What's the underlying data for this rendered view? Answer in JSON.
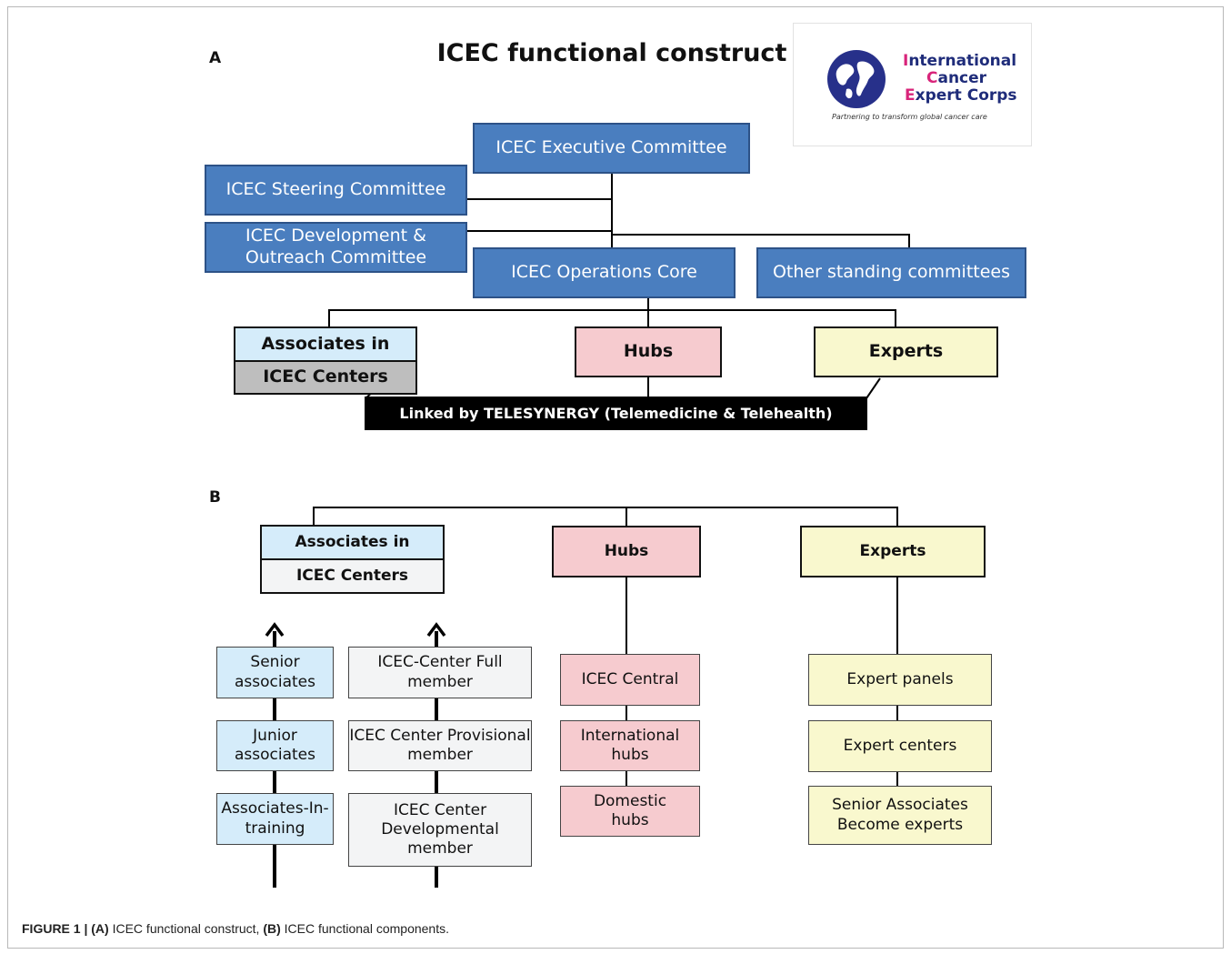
{
  "panel_a": {
    "label": "A",
    "title": "ICEC functional construct",
    "logo": {
      "line1_first": "I",
      "line1_rest": "nternational",
      "line2_first": "C",
      "line2_rest": "ancer",
      "line3_first": "E",
      "line3_rest": "xpert Corps",
      "tagline": "Partnering to transform global cancer care",
      "colors": {
        "globe": "#27308a",
        "accent": "#d8247a",
        "text": "#1f2c7a"
      }
    },
    "executive_committee": "ICEC Executive Committee",
    "steering_committee": "ICEC Steering Committee",
    "development_committee": "ICEC  Development & Outreach Committee",
    "operations_core": "ICEC Operations Core",
    "other_committees": "Other standing committees",
    "associates_top": "Associates in",
    "associates_bottom": "ICEC Centers",
    "hubs": "Hubs",
    "experts": "Experts",
    "telesynergy": "Linked by TELESYNERGY (Telemedicine & Telehealth)"
  },
  "panel_b": {
    "label": "B",
    "associates_top": "Associates in",
    "associates_bottom": "ICEC Centers",
    "hubs": "Hubs",
    "experts": "Experts",
    "associate_levels": [
      "Senior associates",
      "Junior associates",
      "Associates-In-training"
    ],
    "center_levels": [
      "ICEC-Center Full member",
      "ICEC Center Provisional member",
      "ICEC Center Developmental member"
    ],
    "hub_levels": [
      "ICEC Central",
      "International hubs",
      "Domestic hubs"
    ],
    "expert_levels": [
      "Expert panels",
      "Expert centers",
      "Senior Associates Become experts"
    ]
  },
  "caption": {
    "prefix": "FIGURE 1 | ",
    "a_tag": "(A)",
    "a_text": " ICEC functional construct, ",
    "b_tag": "(B)",
    "b_text": " ICEC functional components."
  },
  "colors": {
    "committee_blue": "#4a7ebf",
    "associates_blue": "#d5ecfa",
    "centers_gray": "#bebebe",
    "hubs_pink": "#f6cbcf",
    "experts_yellow": "#f9f8ce",
    "centers_light": "#f3f4f5"
  }
}
